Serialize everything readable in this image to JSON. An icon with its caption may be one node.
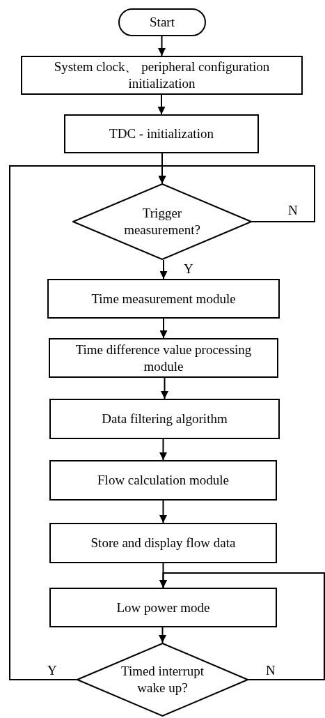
{
  "diagram": {
    "nodes": [
      {
        "text": [
          "Start"
        ]
      },
      {
        "text": [
          "System clock、 peripheral configuration initialization"
        ]
      },
      {
        "text": [
          "TDC - initialization"
        ]
      },
      {
        "text": [
          "Trigger measurement?"
        ]
      },
      {
        "text": [
          "Time measurement module"
        ]
      },
      {
        "text": [
          "Time difference value processing module"
        ]
      },
      {
        "text": [
          "Data filtering algorithm"
        ]
      },
      {
        "text": [
          "Flow calculation module"
        ]
      },
      {
        "text": [
          "Store and display flow data"
        ]
      },
      {
        "text": [
          "Low power mode"
        ]
      },
      {
        "text": [
          "Timed interrupt wake up?"
        ]
      }
    ],
    "edges": [
      {
        "from": 0,
        "to": 1,
        "arrow": "to"
      },
      {
        "from": 1,
        "to": 2,
        "arrow": "to"
      },
      {
        "from": 2,
        "to": 3,
        "arrow": "to"
      },
      {
        "from": 3,
        "to": 4,
        "arrow": "to",
        "label": "Y"
      },
      {
        "from": 3,
        "to": 3,
        "arrow": "to",
        "label": "N"
      },
      {
        "from": 4,
        "to": 5,
        "arrow": "to"
      },
      {
        "from": 5,
        "to": 6,
        "arrow": "to"
      },
      {
        "from": 6,
        "to": 7,
        "arrow": "to"
      },
      {
        "from": 7,
        "to": 8,
        "arrow": "to"
      },
      {
        "from": 8,
        "to": 9,
        "arrow": "to"
      },
      {
        "from": 9,
        "to": 10,
        "arrow": "to"
      },
      {
        "from": 10,
        "to": 3,
        "arrow": "to",
        "label": "Y"
      },
      {
        "from": 10,
        "to": 9,
        "arrow": "to",
        "label": "N"
      }
    ]
  }
}
